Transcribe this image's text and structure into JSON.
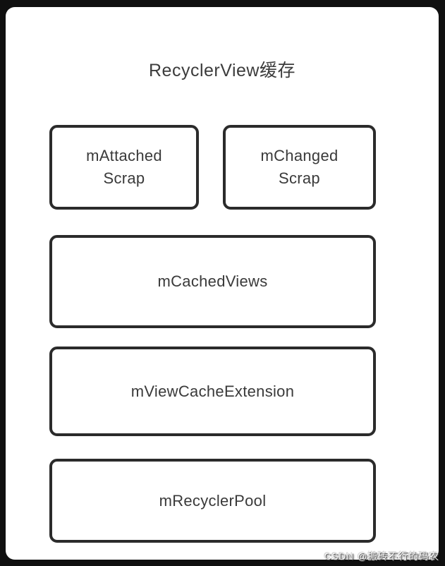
{
  "diagram": {
    "title": "RecyclerView缓存",
    "boxes": [
      {
        "label": "mAttached\nScrap"
      },
      {
        "label": "mChanged\nScrap"
      },
      {
        "label": "mCachedViews"
      },
      {
        "label": "mViewCacheExtension"
      },
      {
        "label": "mRecyclerPool"
      }
    ]
  },
  "watermark": {
    "text": "CSDN @搬砖不行的码农"
  },
  "colors": {
    "frame_background": "#101010",
    "card_background": "#ffffff",
    "box_border": "#2b2b2b",
    "text": "#3a3a3a",
    "watermark_text": "#fafafa"
  }
}
